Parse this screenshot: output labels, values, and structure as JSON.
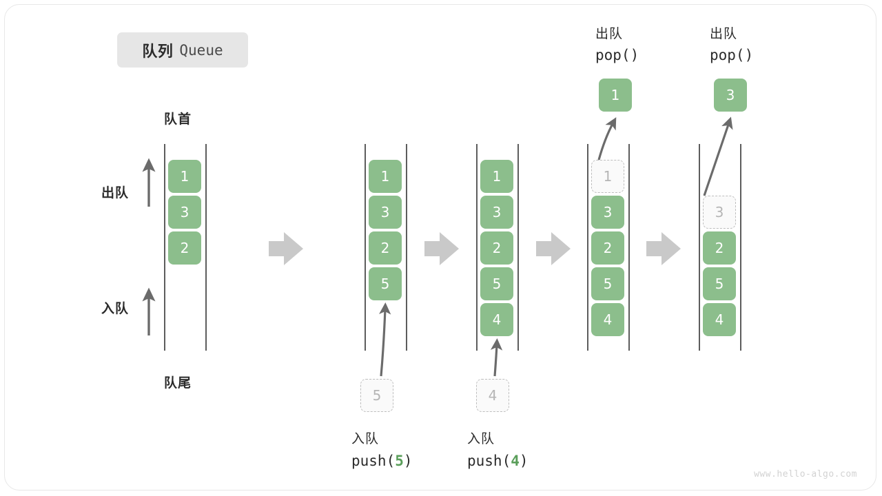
{
  "diagram": {
    "title_cn": "队列",
    "title_en": "Queue",
    "head_label": "队首",
    "tail_label": "队尾",
    "dequeue_label": "出队",
    "enqueue_label": "入队",
    "watermark": "www.hello-algo.com",
    "colors": {
      "element_fill": "#8cbe8c",
      "element_text": "#ffffff",
      "ghost_fill": "#fafafa",
      "ghost_border": "#bdbdbd",
      "ghost_text": "#b5b5b5",
      "rail": "#5c5c5c",
      "arrow": "#6b6b6b",
      "transition_arrow": "#c9c9c9",
      "badge_bg": "#e6e6e6",
      "accent_green": "#5a9e5a"
    }
  },
  "stages": [
    {
      "id": "stage-initial",
      "elements": [
        "1",
        "3",
        "2"
      ],
      "ghost": null,
      "op_cn": null,
      "op_code": null
    },
    {
      "id": "stage-push-5",
      "elements": [
        "1",
        "3",
        "2",
        "5"
      ],
      "ghost": {
        "value": "5",
        "position": "below"
      },
      "op_cn": "入队",
      "op_code_prefix": "push(",
      "op_code_arg": "5",
      "op_code_suffix": ")"
    },
    {
      "id": "stage-push-4",
      "elements": [
        "1",
        "3",
        "2",
        "5",
        "4"
      ],
      "ghost": {
        "value": "4",
        "position": "below"
      },
      "op_cn": "入队",
      "op_code_prefix": "push(",
      "op_code_arg": "4",
      "op_code_suffix": ")"
    },
    {
      "id": "stage-pop-1",
      "elements": [
        "3",
        "2",
        "5",
        "4"
      ],
      "ghost": {
        "value": "1",
        "position": "slot-0"
      },
      "popped": "1",
      "op_cn": "出队",
      "op_code": "pop()"
    },
    {
      "id": "stage-pop-3",
      "elements": [
        "2",
        "5",
        "4"
      ],
      "ghost": {
        "value": "3",
        "position": "slot-1"
      },
      "popped": "3",
      "op_cn": "出队",
      "op_code": "pop()"
    }
  ],
  "labels": {
    "pop_1_cn": "出队",
    "pop_1_code": "pop()",
    "pop_2_cn": "出队",
    "pop_2_code": "pop()",
    "push_5_cn": "入队",
    "push_5_code_prefix": "push(",
    "push_5_code_arg": "5",
    "push_5_code_suffix": ")",
    "push_4_cn": "入队",
    "push_4_code_prefix": "push(",
    "push_4_code_arg": "4",
    "push_4_code_suffix": ")"
  }
}
